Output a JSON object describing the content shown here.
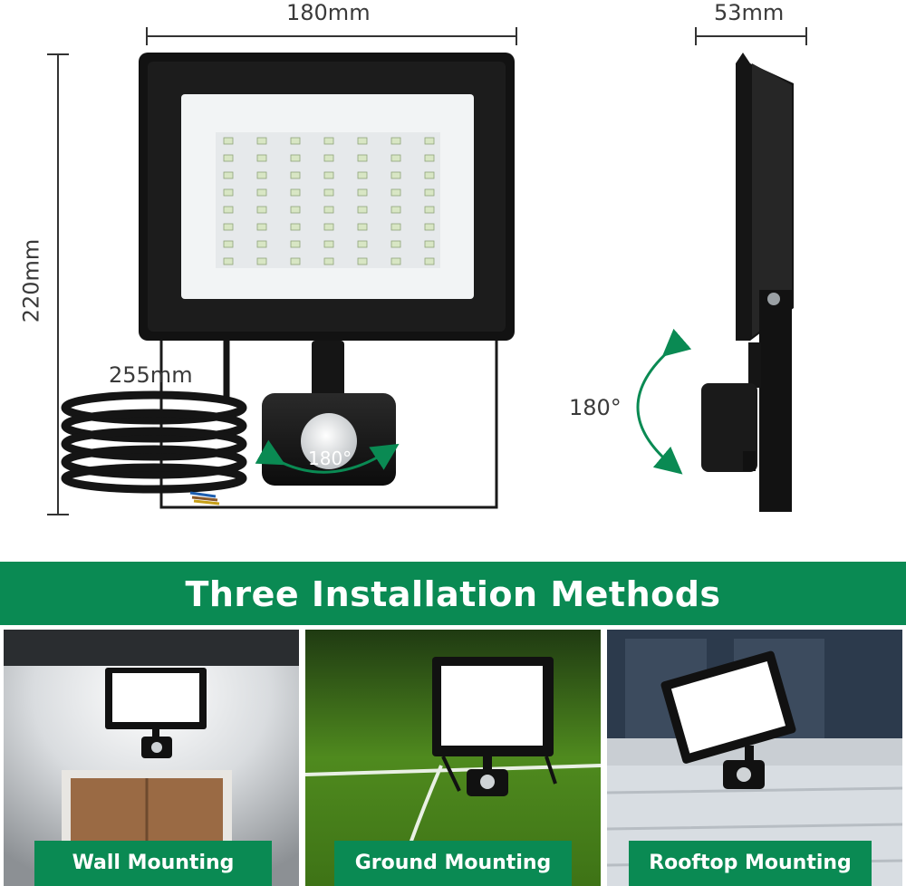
{
  "dimensions": {
    "width_label": "180mm",
    "height_label": "220mm",
    "depth_label": "53mm",
    "cable_label": "255mm",
    "sensor_rotation_label": "180°",
    "side_rotation_label": "180°"
  },
  "banner": {
    "title": "Three Installation Methods"
  },
  "methods": [
    {
      "label": "Wall Mounting"
    },
    {
      "label": "Ground Mounting"
    },
    {
      "label": "Rooftop Mounting"
    }
  ],
  "colors": {
    "brand_green": "#0a8a53",
    "fixture_black": "#121212",
    "led_panel": "#f2f4f5"
  }
}
